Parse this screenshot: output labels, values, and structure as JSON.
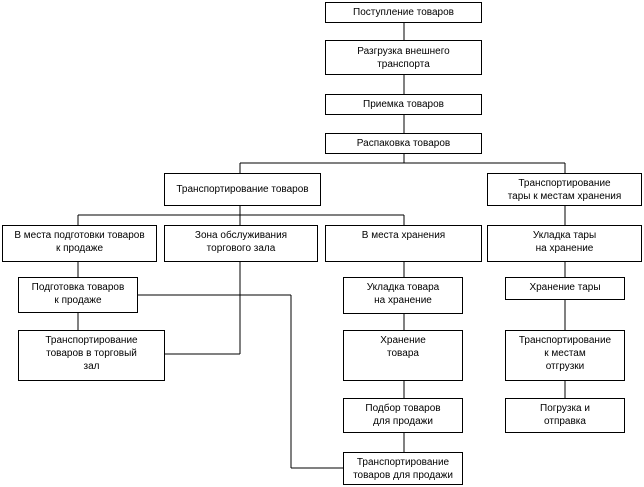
{
  "nodes": {
    "receipt": "Поступление товаров",
    "unloading": "Разгрузка внешнего\nтранспорта",
    "acceptance": "Приемка товаров",
    "unpacking": "Распаковка товаров",
    "transport_goods": "Транспортирование товаров",
    "transport_containers": "Транспортирование\nтары к местам хранения",
    "to_preparation": "В места подготовки товаров\nк продаже",
    "service_zone": "Зона обслуживания\nторгового зала",
    "to_storage": "В места хранения",
    "pack_containers": "Укладка тары\nна хранение",
    "prep_for_sale": "Подготовка товаров\nк продаже",
    "transport_to_hall": "Транспортирование\nтоваров в торговый\nзал",
    "stack_goods": "Укладка товара\nна хранение",
    "storage_goods": "Хранение\nтовара",
    "picking": "Подбор товаров\nдля продажи",
    "transport_for_sale": "Транспортирование\nтоваров для продажи",
    "storage_containers": "Хранение тары",
    "transport_to_shipping": "Транспортирование\nк местам\nотгрузки",
    "loading_dispatch": "Погрузка и\nотправка"
  }
}
